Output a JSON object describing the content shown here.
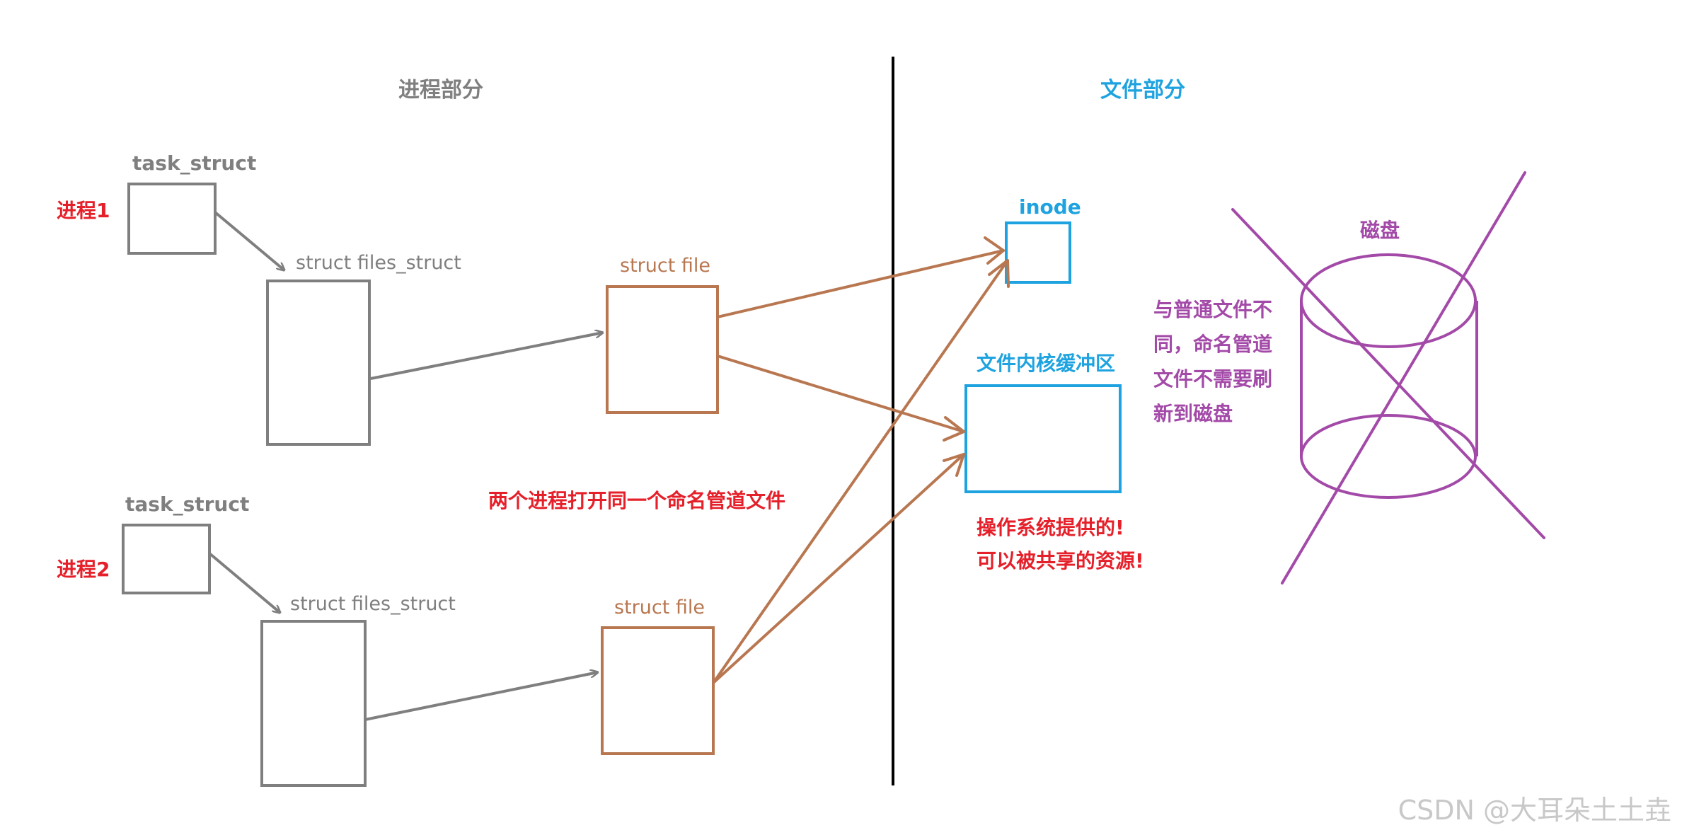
{
  "headings": {
    "process_part": "进程部分",
    "file_part": "文件部分"
  },
  "process1": {
    "label": "进程1",
    "task_struct": "task_struct",
    "files_struct": "struct files_struct",
    "file": "struct file"
  },
  "process2": {
    "label": "进程2",
    "task_struct": "task_struct",
    "files_struct": "struct files_struct",
    "file": "struct file"
  },
  "center_note": "两个进程打开同一个命名管道文件",
  "inode": "inode",
  "buffer": {
    "title": "文件内核缓冲区",
    "note_line1": "操作系统提供的!",
    "note_line2": "可以被共享的资源!"
  },
  "disk": {
    "title": "磁盘",
    "note_lines": [
      "与普通文件不",
      "同，命名管道",
      "文件不需要刷",
      "新到磁盘"
    ]
  },
  "watermark": "CSDN @大耳朵土土垚",
  "colors": {
    "gray": "#7f7f7f",
    "brown": "#b87750",
    "blue": "#1ea3e0",
    "red": "#e5202a",
    "purple": "#a34aa8",
    "black": "#000000",
    "watermark": "#c8c8c8"
  }
}
